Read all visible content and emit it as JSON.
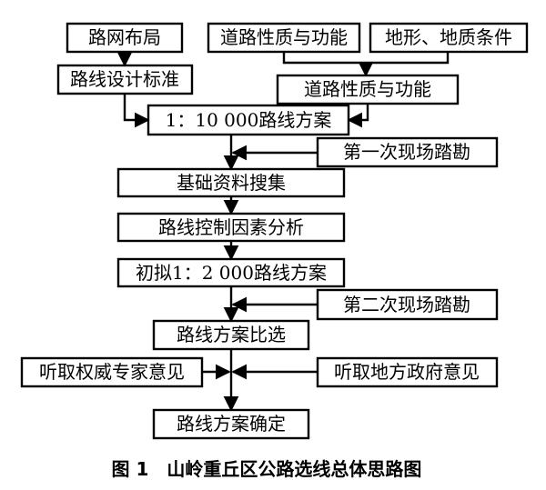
{
  "nodes": {
    "road_network": "路网布局",
    "design_standard": "路线设计标准",
    "road_function_a": "道路性质与功能",
    "terrain_geology": "地形、地质条件",
    "road_function_b": "道路性质与功能",
    "route_plan_10000": "1：10 000路线方案",
    "survey_1": "第一次现场踏勘",
    "data_collection": "基础资料搜集",
    "control_factors": "路线控制因素分析",
    "route_plan_2000": "初拟1：2 000路线方案",
    "survey_2": "第二次现场踏勘",
    "comparison": "路线方案比选",
    "expert_opinion": "听取权威专家意见",
    "government_opinion": "听取地方政府意见",
    "final_route": "路线方案确定"
  },
  "caption": "图 1　山岭重丘区公路选线总体思路图"
}
